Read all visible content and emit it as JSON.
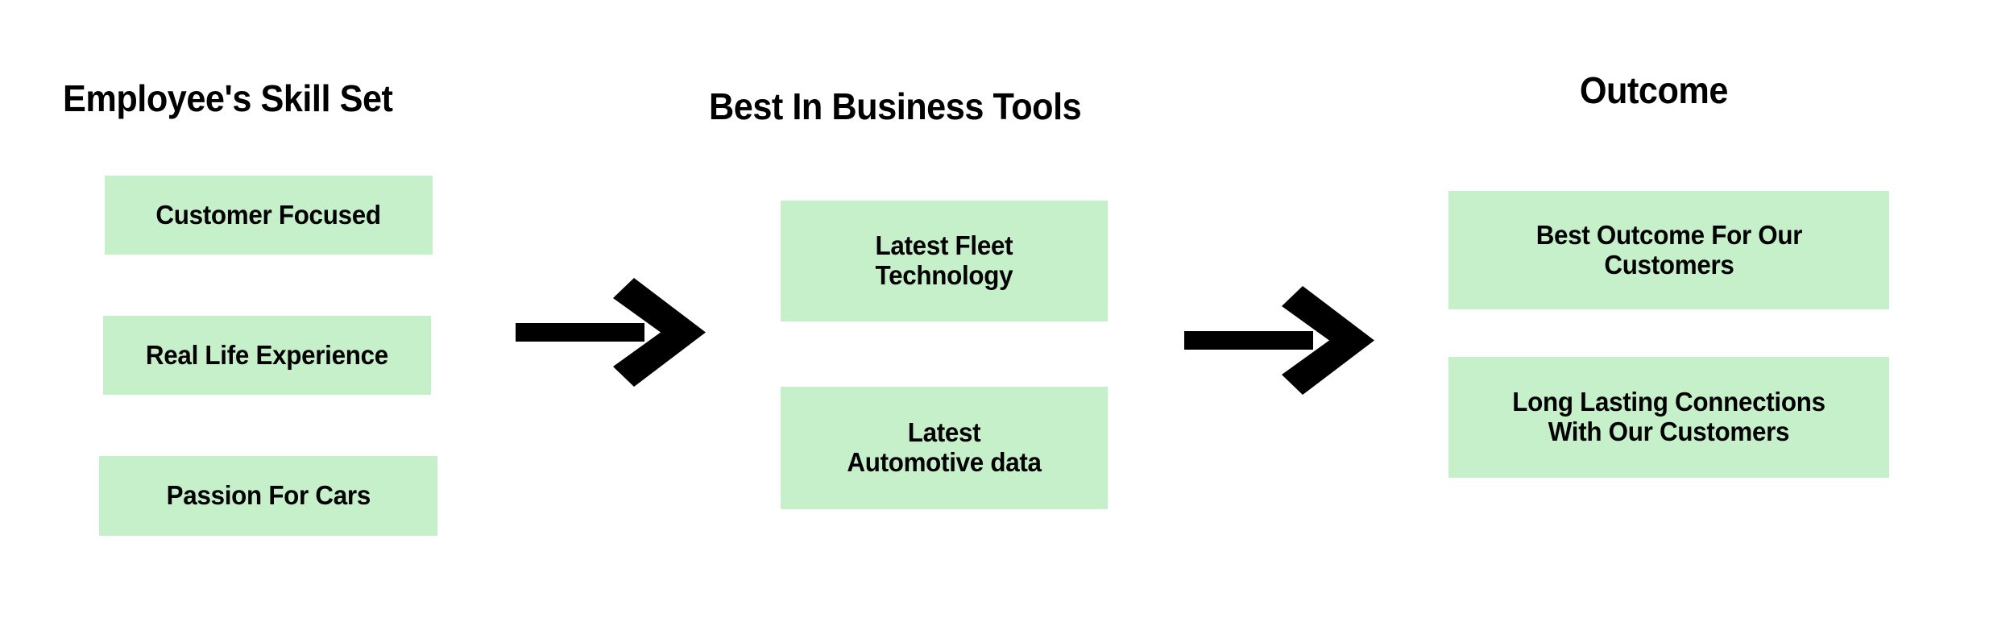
{
  "diagram": {
    "type": "process-flow",
    "background_color": "#ffffff",
    "box_fill_color": "#c6f0ca",
    "text_color": "#000000",
    "arrow_color": "#000000",
    "columns": [
      {
        "heading": "Employee's Skill Set",
        "nodes": [
          {
            "label": "Customer Focused"
          },
          {
            "label": "Real Life Experience"
          },
          {
            "label": "Passion For Cars"
          }
        ]
      },
      {
        "heading": "Best In Business Tools",
        "nodes": [
          {
            "label": "Latest Fleet\nTechnology"
          },
          {
            "label": "Latest\nAutomotive data"
          }
        ]
      },
      {
        "heading": "Outcome",
        "nodes": [
          {
            "label": "Best Outcome For Our\nCustomers"
          },
          {
            "label": "Long Lasting Connections\nWith Our Customers"
          }
        ]
      }
    ],
    "connectors": [
      {
        "name": "arrow-1",
        "direction": "right",
        "from": "Employee's Skill Set",
        "to": "Best In Business Tools"
      },
      {
        "name": "arrow-2",
        "direction": "right",
        "from": "Best In Business Tools",
        "to": "Outcome"
      }
    ]
  }
}
